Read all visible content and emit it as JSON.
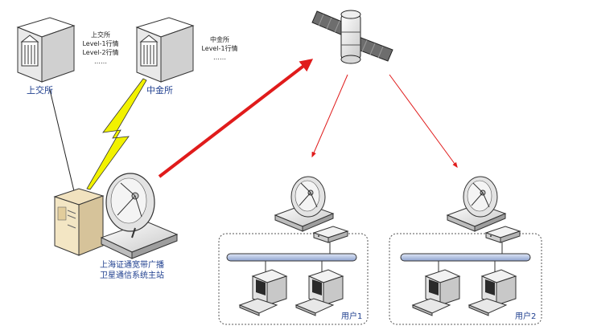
{
  "exchanges": [
    {
      "name": "上交所",
      "feeds": [
        "上交所",
        "Level-1行情",
        "Level-2行情",
        "……"
      ]
    },
    {
      "name": "中金所",
      "feeds": [
        "中金所",
        "Level-1行情",
        "……"
      ]
    }
  ],
  "main_station": {
    "line1": "上海证通宽带广播",
    "line2": "卫星通信系统主站"
  },
  "users": [
    {
      "name": "用户1"
    },
    {
      "name": "用户2"
    }
  ],
  "colors": {
    "label": "#1f3f8f",
    "arrow": "#e01b1b",
    "link": "#f2f200",
    "bus": "#aebfe0"
  }
}
